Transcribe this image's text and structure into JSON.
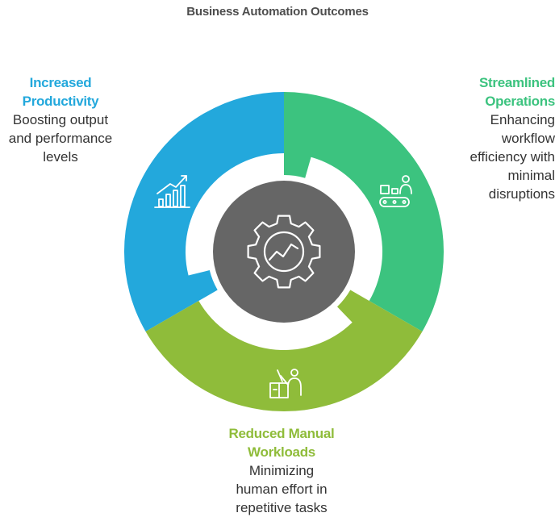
{
  "title": "Business Automation Outcomes",
  "colors": {
    "blue": "#23a8dc",
    "green": "#3cc37f",
    "lime": "#8fbc3a",
    "hub": "#666666",
    "text": "#333333"
  },
  "segments": [
    {
      "id": "increased-productivity",
      "color": "#23a8dc",
      "icon": "growth-chart-icon",
      "heading_lines": [
        "Increased",
        "Productivity"
      ],
      "description_lines": [
        "Boosting output",
        "and performance",
        "levels"
      ]
    },
    {
      "id": "streamlined-operations",
      "color": "#3cc37f",
      "icon": "conveyor-belt-icon",
      "heading_lines": [
        "Streamlined",
        "Operations"
      ],
      "description_lines": [
        "Enhancing",
        "workflow",
        "efficiency with",
        "minimal",
        "disruptions"
      ]
    },
    {
      "id": "reduced-manual-workloads",
      "color": "#8fbc3a",
      "icon": "worker-at-desk-icon",
      "heading_lines": [
        "Reduced Manual",
        "Workloads"
      ],
      "description_lines": [
        "Minimizing",
        "human effort in",
        "repetitive tasks"
      ]
    }
  ],
  "hub": {
    "icon": "gear-with-chart-icon"
  }
}
